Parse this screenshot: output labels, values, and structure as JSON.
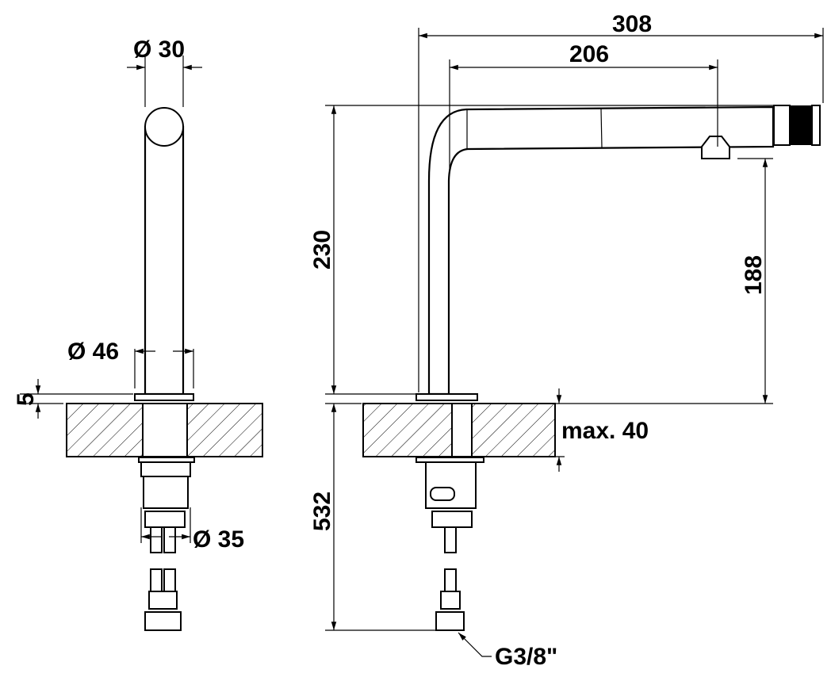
{
  "title": "Faucet technical drawing",
  "dimensions": {
    "spout_diameter": "Ø 30",
    "base_diameter": "Ø 46",
    "flange_height": "5",
    "shank_diameter": "Ø 35",
    "total_length": "308",
    "spout_reach": "206",
    "total_height": "230",
    "spout_clearance": "188",
    "max_counter_thickness": "max. 40",
    "hose_length": "532",
    "connection_thread": "G3/8\""
  },
  "colors": {
    "line": "#000000",
    "background": "#ffffff"
  }
}
